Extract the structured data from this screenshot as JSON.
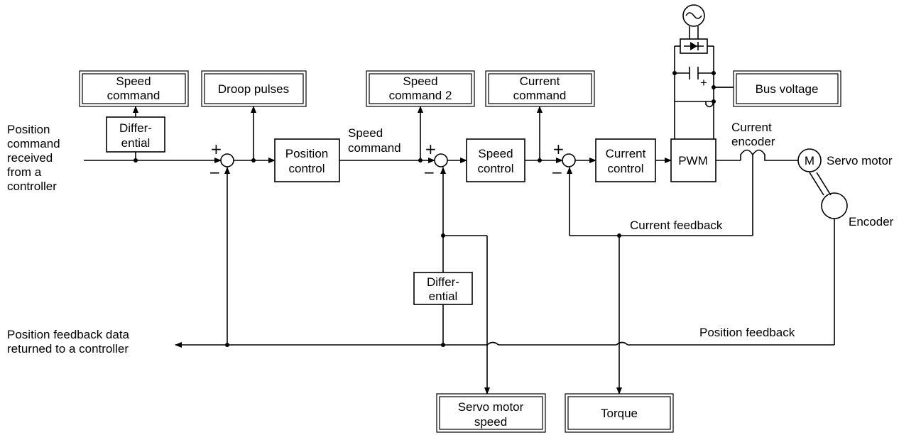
{
  "inputs": {
    "position_command": [
      "Position",
      "command",
      "received",
      "from a",
      "controller"
    ],
    "position_feedback_out": [
      "Position feedback data",
      "returned to a controller"
    ]
  },
  "monitors": {
    "speed_command": [
      "Speed",
      "command"
    ],
    "droop_pulses": "Droop pulses",
    "speed_command_2": [
      "Speed",
      "command 2"
    ],
    "current_command": [
      "Current",
      "command"
    ],
    "bus_voltage": "Bus voltage",
    "servo_motor_speed": [
      "Servo motor",
      "speed"
    ],
    "torque": "Torque"
  },
  "blocks": {
    "differential_top": [
      "Differ-",
      "ential"
    ],
    "position_control": [
      "Position",
      "control"
    ],
    "speed_control": [
      "Speed",
      "control"
    ],
    "current_control": [
      "Current",
      "control"
    ],
    "pwm": "PWM",
    "differential_mid": [
      "Differ-",
      "ential"
    ],
    "motor_symbol": "M"
  },
  "labels": {
    "speed_command": [
      "Speed",
      "command"
    ],
    "current_encoder": [
      "Current",
      "encoder"
    ],
    "servo_motor": "Servo motor",
    "encoder": "Encoder",
    "current_feedback": "Current feedback",
    "position_feedback": "Position feedback",
    "plus": "+",
    "minus": "−"
  }
}
